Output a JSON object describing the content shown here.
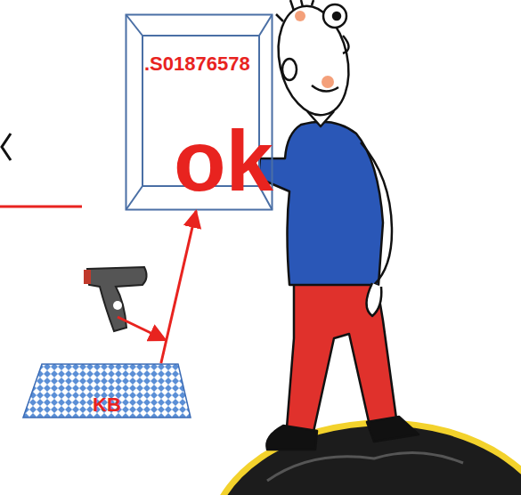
{
  "diagram": {
    "nodes": [
      {
        "text": [
          ".S01876578",
          "ok"
        ]
      },
      {
        "text": [
          "KB"
        ],
        "in": null
      }
    ],
    "edges": [
      {
        "from": 1,
        "to": 0,
        "arrow": "to"
      }
    ]
  }
}
